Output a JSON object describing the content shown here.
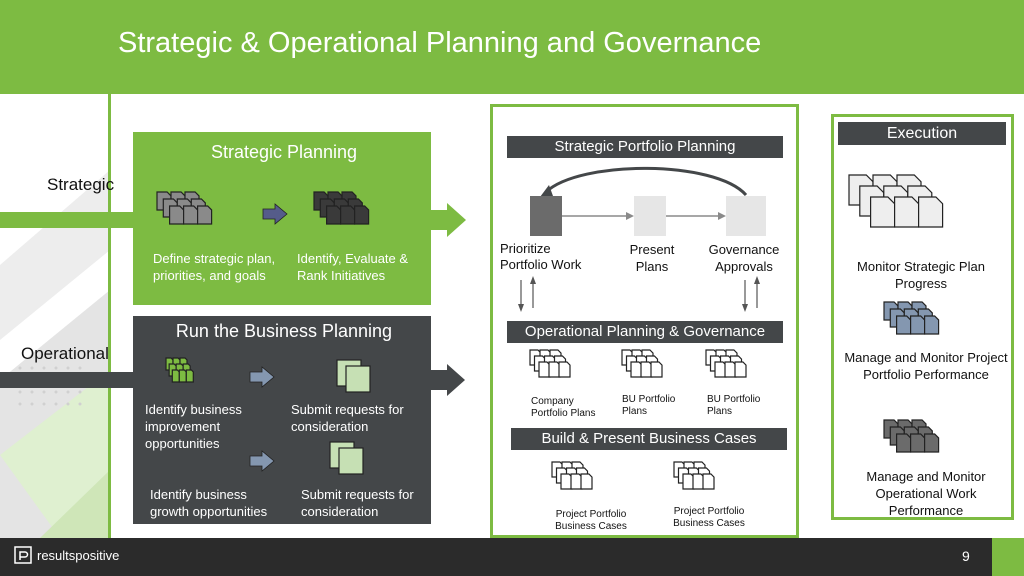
{
  "slide": {
    "title": "Strategic & Operational Planning and Governance",
    "page_number": "9",
    "logo_text": "resultspositive"
  },
  "rows": {
    "strategic_label": "Strategic",
    "operational_label": "Operational"
  },
  "strategic_planning": {
    "header": "Strategic Planning",
    "step1": "Define strategic plan, priorities, and goals",
    "step2": "Identify, Evaluate & Rank Initiatives"
  },
  "run_business": {
    "header": "Run the Business Planning",
    "improve_identify": "Identify business improvement opportunities",
    "improve_submit": "Submit requests for consideration",
    "growth_identify": "Identify business growth opportunities",
    "growth_submit": "Submit requests for consideration"
  },
  "portfolio": {
    "spp_header": "Strategic Portfolio Planning",
    "prioritize": "Prioritize Portfolio Work",
    "present": "Present Plans",
    "governance": "Governance Approvals",
    "opg_header": "Operational Planning & Governance",
    "company_plans": "Company Portfolio Plans",
    "bu_plans_1": "BU Portfolio Plans",
    "bu_plans_2": "BU Portfolio Plans",
    "bpbc_header": "Build & Present Business Cases",
    "cases_1": "Project Portfolio Business Cases",
    "cases_2": "Project Portfolio Business Cases"
  },
  "execution": {
    "header": "Execution",
    "monitor_strategic": "Monitor Strategic Plan Progress",
    "monitor_project": "Manage and Monitor Project Portfolio Performance",
    "monitor_operational": "Manage and Monitor Operational Work Performance"
  },
  "colors": {
    "brand_green": "#7dbb42",
    "dark_gray": "#444749",
    "light_green": "#c6e0b4",
    "steel_blue": "#8497b0"
  },
  "icons": {
    "doc_stack": "document-stack-icon",
    "arrow": "right-arrow-icon",
    "cycle": "cycle-arrow-icon"
  }
}
